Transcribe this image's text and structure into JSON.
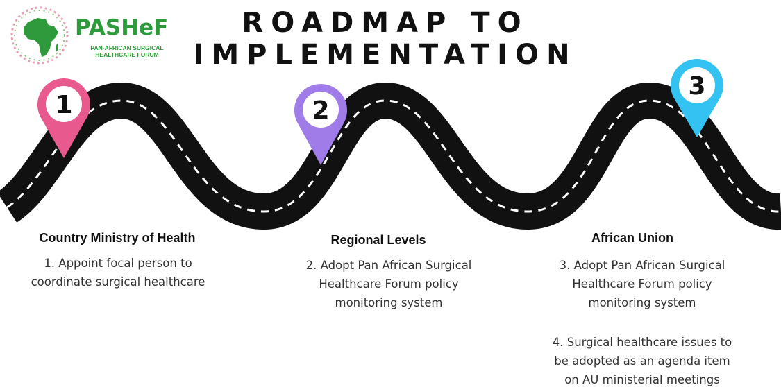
{
  "logo": {
    "name": "PASHeF",
    "subtitle_line1": "Pan-African Surgical",
    "subtitle_line2": "Healthcare Forum",
    "green": "#2f9a3c"
  },
  "title": {
    "line1": "ROADMAP TO",
    "line2": "IMPLEMENTATION"
  },
  "colors": {
    "road": "#111111",
    "dash": "#ffffff",
    "pin1": "#e8598e",
    "pin2": "#a07ce8",
    "pin3": "#34c2f2"
  },
  "stages": [
    {
      "number": "1",
      "pin_icon": "map-pin-icon",
      "title": "Country Ministry of  Health",
      "items": [
        "1. Appoint focal person to",
        "coordinate surgical healthcare"
      ]
    },
    {
      "number": "2",
      "pin_icon": "map-pin-icon",
      "title": "Regional Levels",
      "items": [
        "2.  Adopt Pan African Surgical",
        "Healthcare Forum policy",
        "monitoring system"
      ]
    },
    {
      "number": "3",
      "pin_icon": "map-pin-icon",
      "title": "African Union",
      "items": [
        "3. Adopt Pan African Surgical",
        "Healthcare Forum policy",
        "monitoring system"
      ],
      "extra_items": [
        "4. Surgical healthcare issues to",
        "be adopted as an agenda item",
        "on AU ministerial meetings"
      ]
    }
  ]
}
